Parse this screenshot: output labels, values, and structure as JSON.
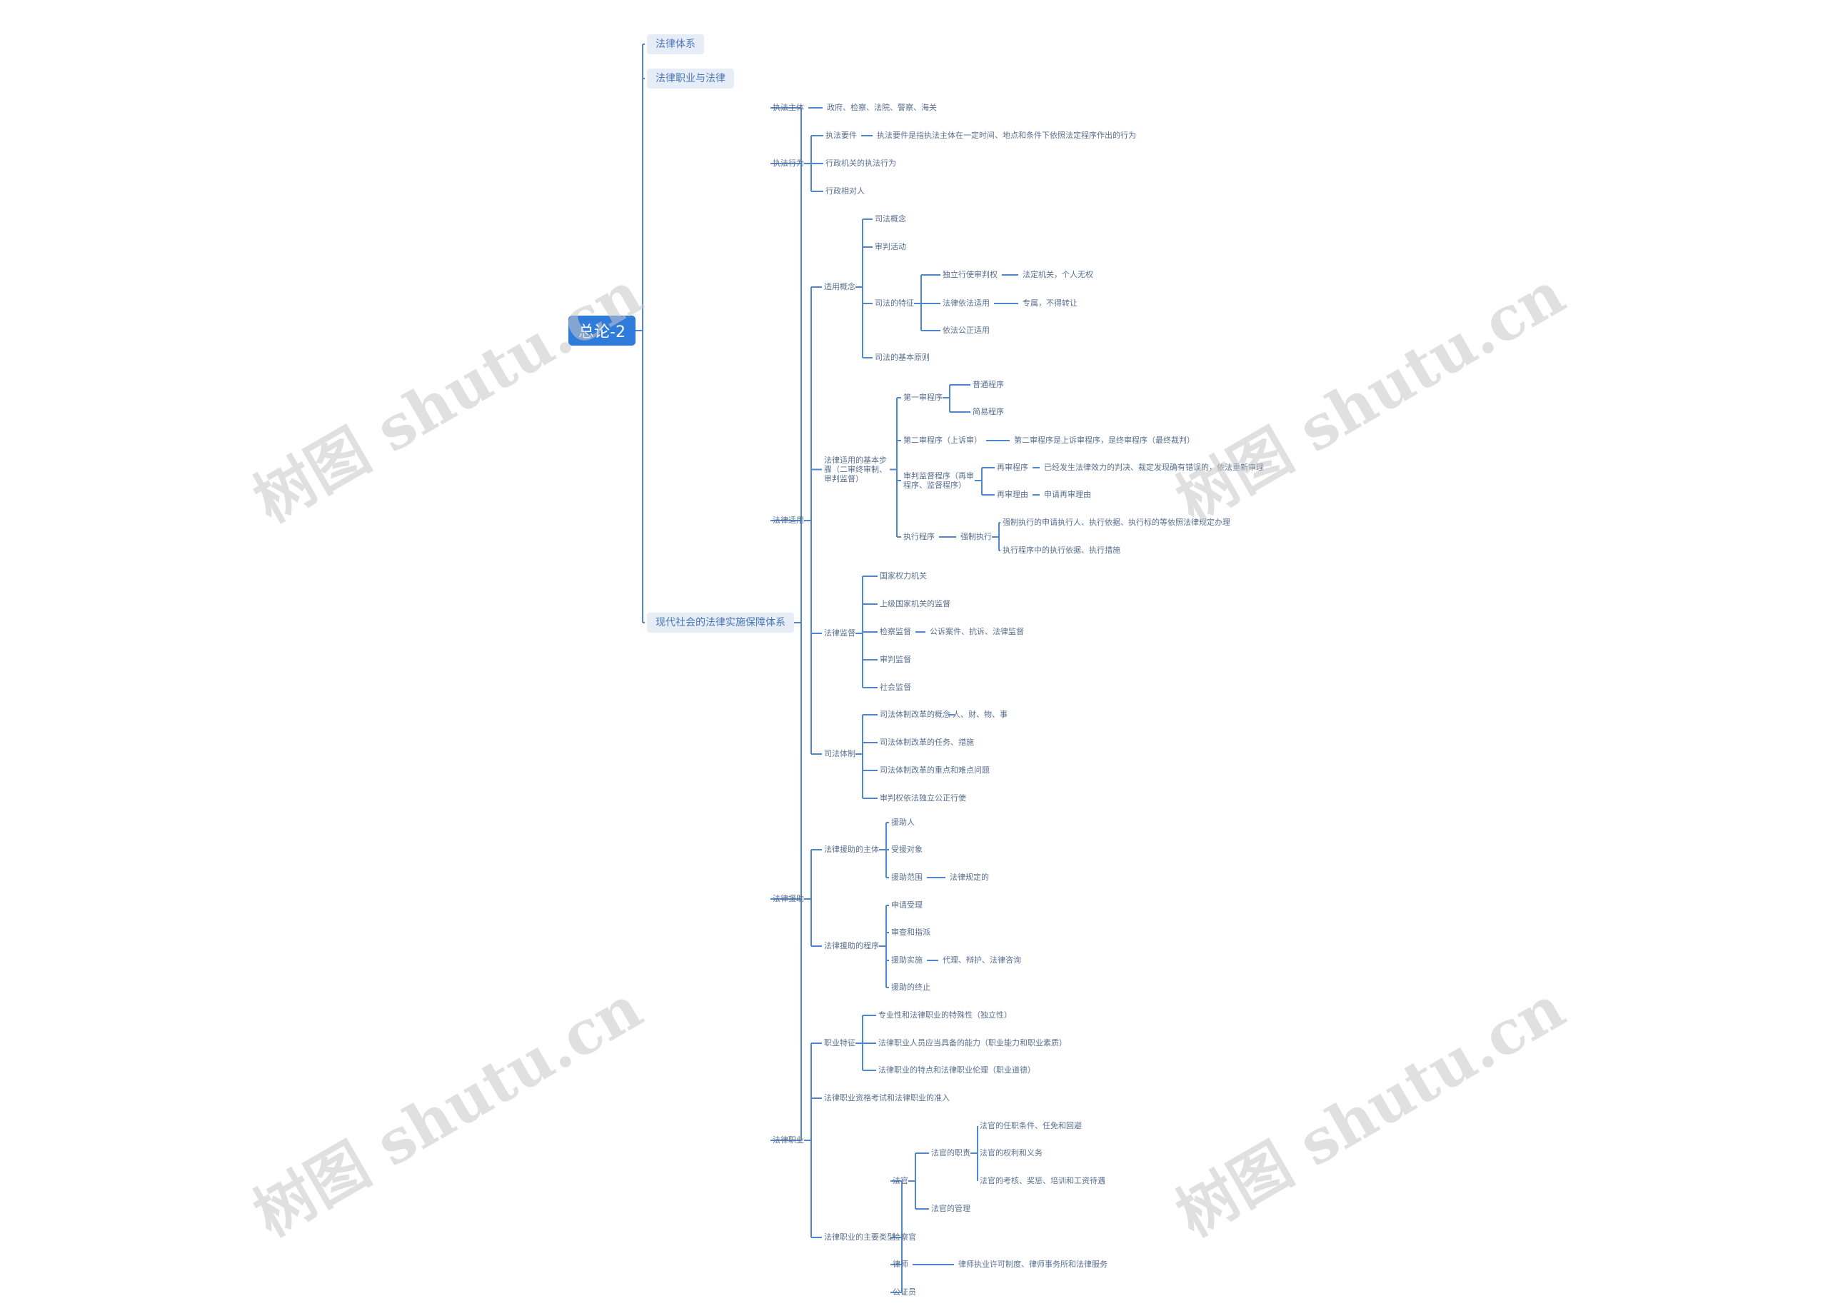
{
  "root": "总论-2",
  "watermark": "树图 shutu.cn",
  "colors": {
    "line": "#4f86cc",
    "root_bg": "#2f7bd9",
    "l1_bg": "#e7edf7",
    "text": "#5a6f8f"
  },
  "l1": [
    "法律体系",
    "法律职业与法律",
    "现代社会的法律实施保障体系"
  ],
  "t": {
    "a1": "执法主体",
    "a1v": "政府、检察、法院、警察、海关",
    "a2": "执法行为",
    "a2a": "执法要件",
    "a2av": "执法要件是指执法主体在一定时间、地点和条件下依照法定程序作出的行为",
    "a2b": "行政机关的执法行为",
    "a2c": "行政相对人",
    "b": "法律适用",
    "b1": "适用概念",
    "b11": "司法概念",
    "b12": "审判活动",
    "b13": "司法的特征",
    "b131": "独立行使审判权",
    "b131v": "法定机关，个人无权",
    "b132": "法律依法适用",
    "b132v": "专属，不得转让",
    "b133": "依法公正适用",
    "b14": "司法的基本原则",
    "b2": "法律适用的基本步骤（二审终审制、审判监督）",
    "b21": "第一审程序",
    "b211": "普通程序",
    "b212": "简易程序",
    "b22": "第二审程序（上诉审）",
    "b22v": "第二审程序是上诉审程序，是终审程序（最终裁判）",
    "b23": "审判监督程序（再审程序、监督程序）",
    "b231": "再审程序",
    "b231v": "已经发生法律效力的判决、裁定发现确有错误的，依法重新审理",
    "b232": "再审理由",
    "b232v": "申请再审理由",
    "b24": "执行程序",
    "b24v": "强制执行",
    "b241": "强制执行的申请执行人、执行依据、执行标的等依照法律规定办理",
    "b242": "执行程序中的执行依据、执行措施",
    "b3": "法律监督",
    "b31": "国家权力机关",
    "b32": "上级国家机关的监督",
    "b33": "检察监督",
    "b33v": "公诉案件、抗诉、法律监督",
    "b34": "审判监督",
    "b35": "社会监督",
    "b4": "司法体制",
    "b41": "司法体制改革的概念",
    "b41v": "人、财、物、事",
    "b42": "司法体制改革的任务、措施",
    "b43": "司法体制改革的重点和难点问题",
    "b44": "审判权依法独立公正行使",
    "c": "法律援助",
    "c1": "法律援助的主体",
    "c11": "援助人",
    "c12": "受援对象",
    "c13": "援助范围",
    "c13v": "法律规定的",
    "c2": "法律援助的程序",
    "c21": "申请受理",
    "c22": "审查和指派",
    "c23": "援助实施",
    "c23v": "代理、辩护、法律咨询",
    "c24": "援助的终止",
    "d": "法律职业",
    "d1": "职业特征",
    "d11": "专业性和法律职业的特殊性（独立性）",
    "d12": "法律职业人员应当具备的能力（职业能力和职业素质）",
    "d13": "法律职业的特点和法律职业伦理（职业道德）",
    "d2": "法律职业资格考试和法律职业的准入",
    "d3": "法律职业的主要类型",
    "d31": "法官",
    "d311": "法官的职责",
    "d3111": "法官的任职条件、任免和回避",
    "d3112": "法官的权利和义务",
    "d3113": "法官的考核、奖惩、培训和工资待遇",
    "d312": "法官的管理",
    "d32": "检察官",
    "d33": "律师",
    "d33v": "律师执业许可制度、律师事务所和法律服务",
    "d34": "公证员"
  }
}
